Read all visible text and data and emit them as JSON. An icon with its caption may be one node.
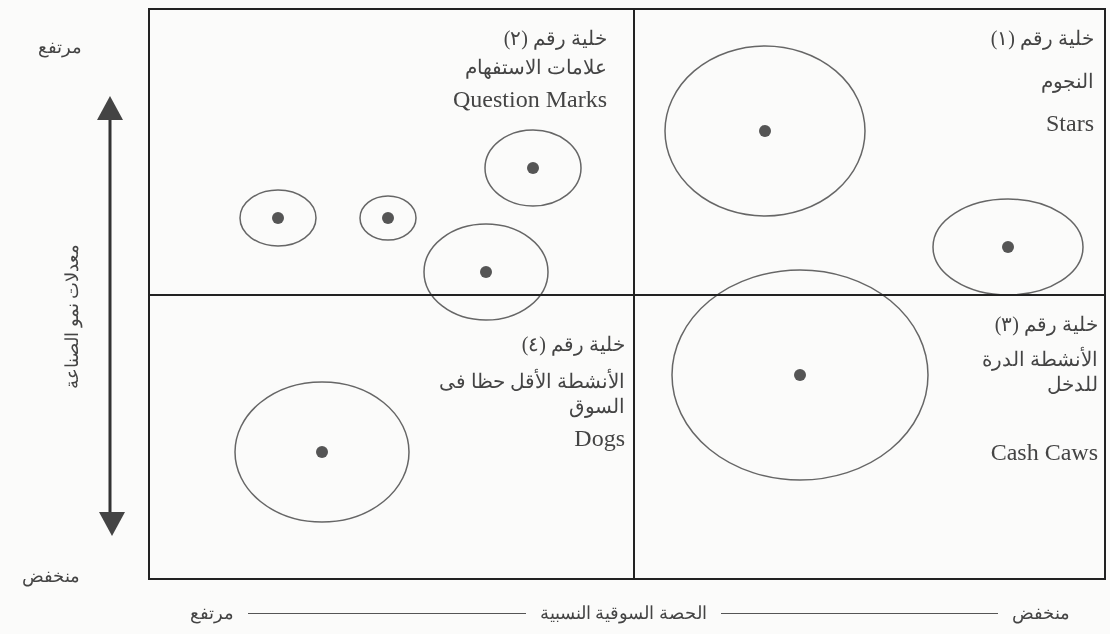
{
  "diagram": {
    "nodes": [
      {
        "text": [
          "خلية رقم (١)",
          "النجوم",
          "Stars"
        ]
      },
      {
        "text": [
          "خلية رقم (٢)",
          "علامات الاستفهام",
          "Question Marks"
        ]
      },
      {
        "text": [
          "خلية رقم (٣)",
          "الأنشطة الدرة للدخل",
          "Cash Caws"
        ]
      },
      {
        "text": [
          "خلية رقم (٤)",
          "الأنشطة الأقل حظا فى السوق",
          "Dogs"
        ]
      }
    ],
    "labels": [
      "مرتفع",
      "معدلات نمو الصناعة",
      "منخفض",
      "مرتفع",
      "الحصة السوقية النسبية",
      "منخفض"
    ]
  }
}
